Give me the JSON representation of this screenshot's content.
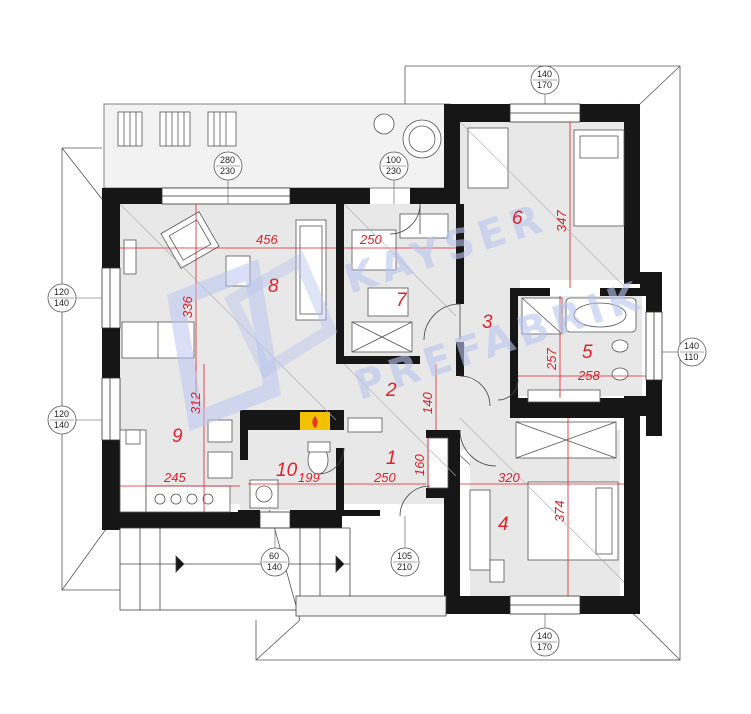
{
  "colors": {
    "wall": "#161616",
    "floor": "#e8e8e8",
    "terrace": "#f2f2f2",
    "dimension": "#e0202a",
    "watermark": "#b9c4ee",
    "fireplace": "#f2c200",
    "flame": "#e23a1c"
  },
  "watermark": {
    "line1": "KAYSER",
    "line2": "PREFABRIK"
  },
  "rooms": [
    "1",
    "2",
    "3",
    "4",
    "5",
    "6",
    "7",
    "8",
    "9",
    "10"
  ],
  "dimensions": {
    "living_width": "456",
    "living_height": "336",
    "room7_width": "250",
    "room6_height": "347",
    "bath_height": "257",
    "bath_width": "258",
    "kitchen_height": "312",
    "kitchen_width": "245",
    "wc_width": "199",
    "hall_width": "250",
    "hall_height_a": "140",
    "hall_height_b": "160",
    "room4_width": "320",
    "room4_height": "374"
  },
  "openings": [
    {
      "top": "280",
      "bottom": "230"
    },
    {
      "top": "100",
      "bottom": "230"
    },
    {
      "top": "140",
      "bottom": "170"
    },
    {
      "top": "120",
      "bottom": "140"
    },
    {
      "top": "120",
      "bottom": "140"
    },
    {
      "top": "140",
      "bottom": "110"
    },
    {
      "top": "60",
      "bottom": "140"
    },
    {
      "top": "105",
      "bottom": "210"
    },
    {
      "top": "140",
      "bottom": "170"
    }
  ]
}
